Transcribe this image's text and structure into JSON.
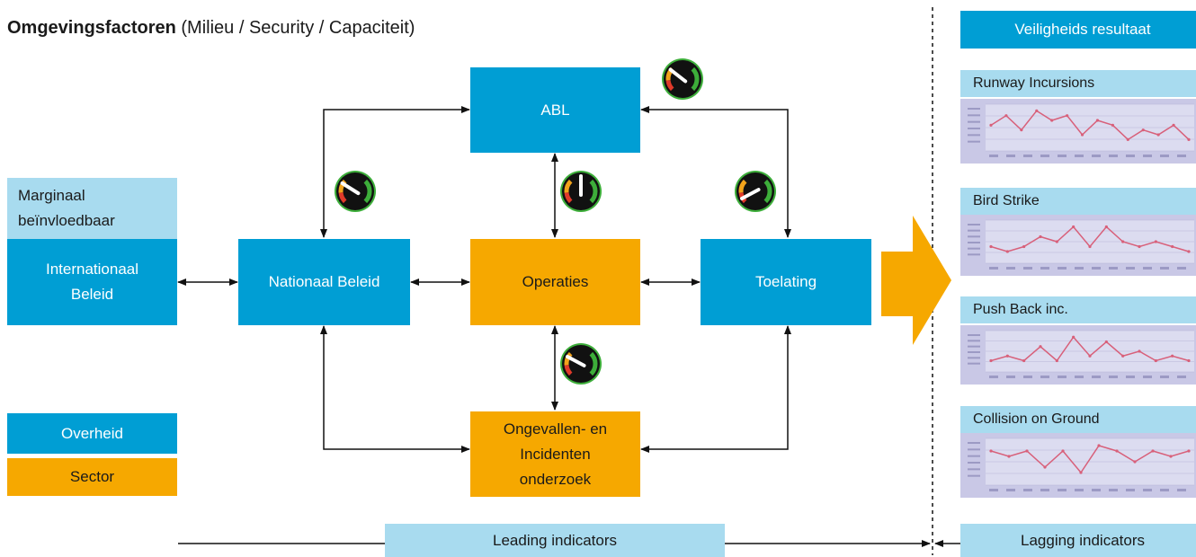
{
  "header": {
    "title_main": "Omgevingsfactoren",
    "title_sub": "(Milieu / Security / Capaciteit)"
  },
  "boxes": {
    "abl": "ABL",
    "nationaal": "Nationaal Beleid",
    "operaties": "Operaties",
    "toelating": "Toelating",
    "ongevallen": "Ongevallen- en\nIncidenten\nonderzoek",
    "marginaal": "Marginaal\nbeïnvloedbaar",
    "internationaal": "Internationaal\nBeleid"
  },
  "legend": {
    "overheid": "Overheid",
    "sector": "Sector"
  },
  "results": {
    "title": "Veiligheids resultaat",
    "indicators": [
      {
        "name": "Runway Incursions",
        "values": [
          5,
          7,
          4,
          8,
          6,
          7,
          3,
          6,
          5,
          2,
          4,
          3,
          5,
          2
        ]
      },
      {
        "name": "Bird Strike",
        "values": [
          3,
          2,
          3,
          5,
          4,
          7,
          3,
          7,
          4,
          3,
          4,
          3,
          2
        ]
      },
      {
        "name": "Push Back inc.",
        "values": [
          2,
          3,
          2,
          5,
          2,
          7,
          3,
          6,
          3,
          4,
          2,
          3,
          2
        ]
      },
      {
        "name": "Collision on Ground",
        "values": [
          6,
          5,
          6,
          3,
          6,
          2,
          7,
          6,
          4,
          6,
          5,
          6
        ]
      }
    ]
  },
  "footer": {
    "leading": "Leading indicators",
    "lagging": "Lagging indicators"
  },
  "colors": {
    "blue": "#009ed4",
    "orange": "#f6a800",
    "light": "#a8dbef",
    "chart_bg": "#c9c8e6",
    "chart_line": "#d8607a"
  }
}
